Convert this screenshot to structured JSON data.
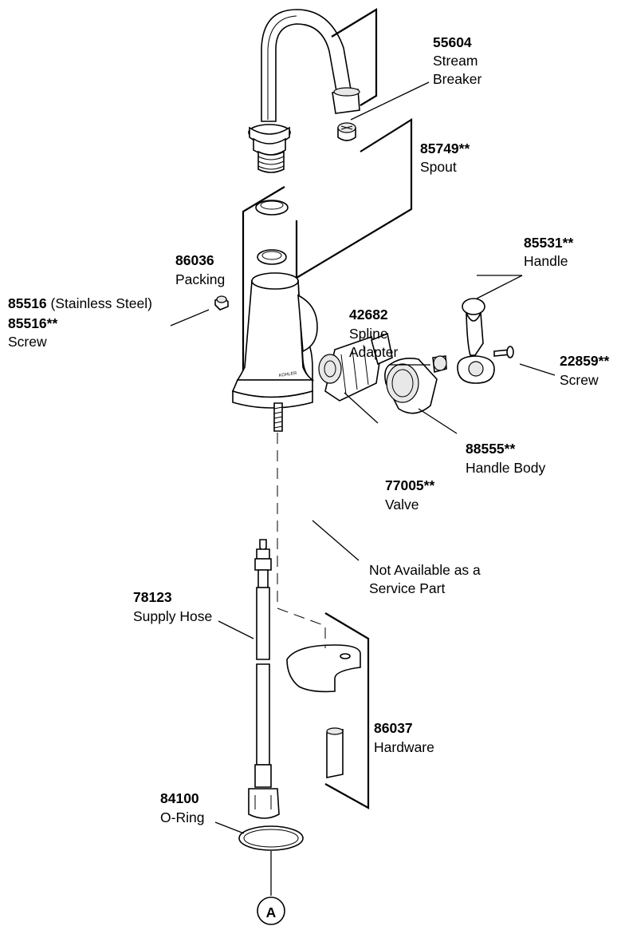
{
  "parts": {
    "stream_breaker": {
      "number": "55604",
      "name_line1": "Stream",
      "name_line2": "Breaker"
    },
    "spout": {
      "number": "85749**",
      "name": "Spout"
    },
    "packing": {
      "number": "86036",
      "name": "Packing"
    },
    "handle": {
      "number": "85531**",
      "name": "Handle"
    },
    "spline_adapter": {
      "number": "42682",
      "name_line1": "Spline",
      "name_line2": "Adapter"
    },
    "handle_screw": {
      "number": "22859**",
      "name": "Screw"
    },
    "screw": {
      "number_ss": "85516",
      "ss_note": "(Stainless Steel)",
      "number": "85516**",
      "name": "Screw"
    },
    "handle_body": {
      "number": "88555**",
      "name": "Handle Body"
    },
    "valve": {
      "number": "77005**",
      "name": "Valve"
    },
    "not_available": {
      "line1": "Not Available as a",
      "line2": "Service Part"
    },
    "supply_hose": {
      "number": "78123",
      "name": "Supply Hose"
    },
    "hardware": {
      "number": "86037",
      "name": "Hardware"
    },
    "o_ring": {
      "number": "84100",
      "name": "O-Ring"
    },
    "connector": {
      "letter": "A"
    }
  },
  "brand_mark": "KOHLER"
}
